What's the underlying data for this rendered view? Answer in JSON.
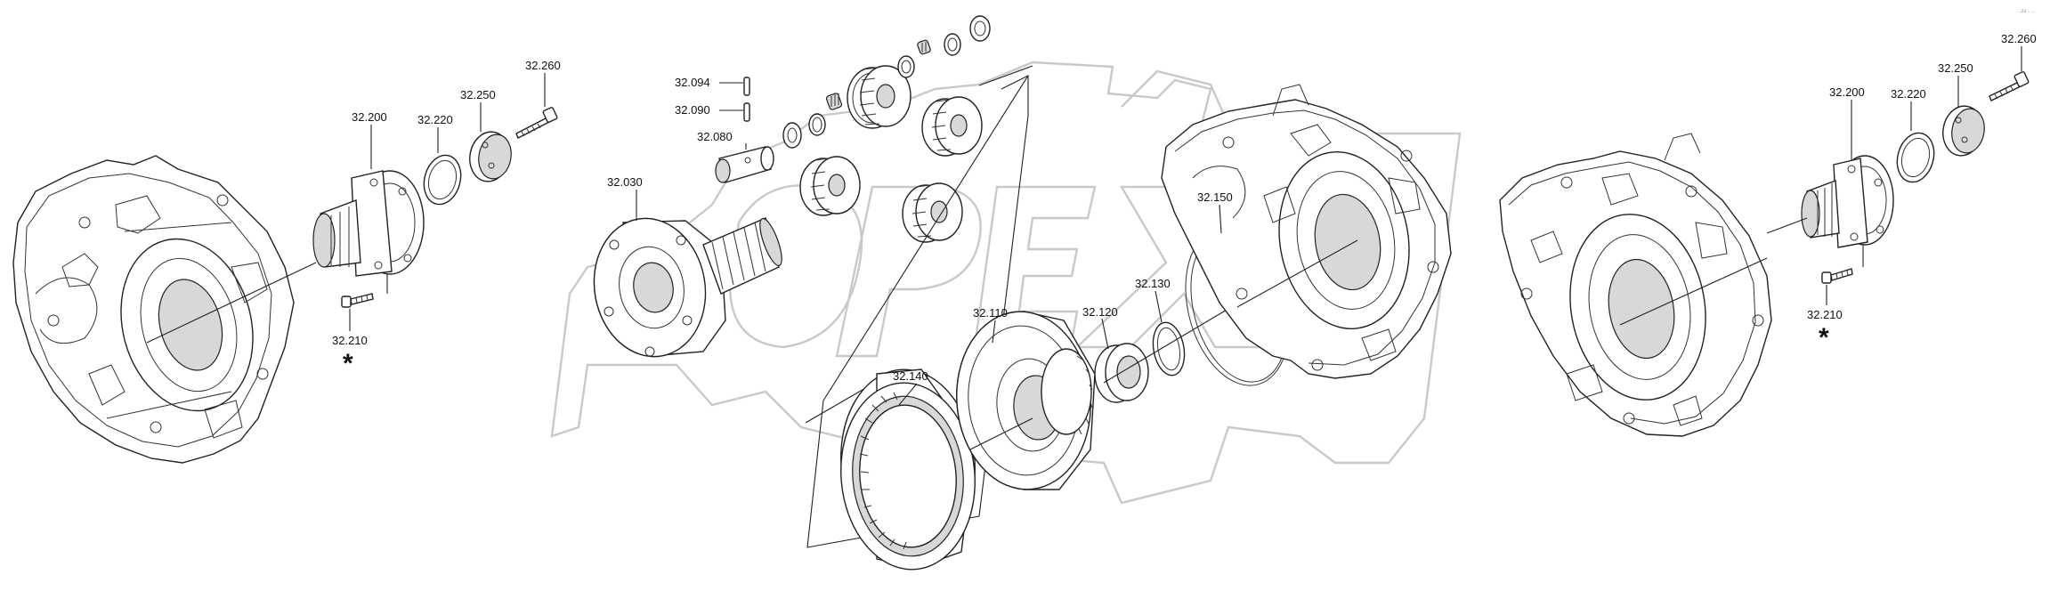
{
  "diagram": {
    "watermark": "OPEX",
    "corner_mark": "·²³ ···",
    "asterisk": "*",
    "labels": {
      "l_32200": "32.200",
      "l_32220": "32.220",
      "l_32250": "32.250",
      "l_32260": "32.260",
      "l_32210": "32.210",
      "l_32094": "32.094",
      "l_32090": "32.090",
      "l_32080": "32.080",
      "l_32030": "32.030",
      "l_32140": "32.140",
      "l_32110": "32.110",
      "l_32120": "32.120",
      "l_32130": "32.130",
      "l_32150": "32.150",
      "r_32200": "32.200",
      "r_32220": "32.220",
      "r_32250": "32.250",
      "r_32260": "32.260",
      "r_32210": "32.210"
    }
  }
}
